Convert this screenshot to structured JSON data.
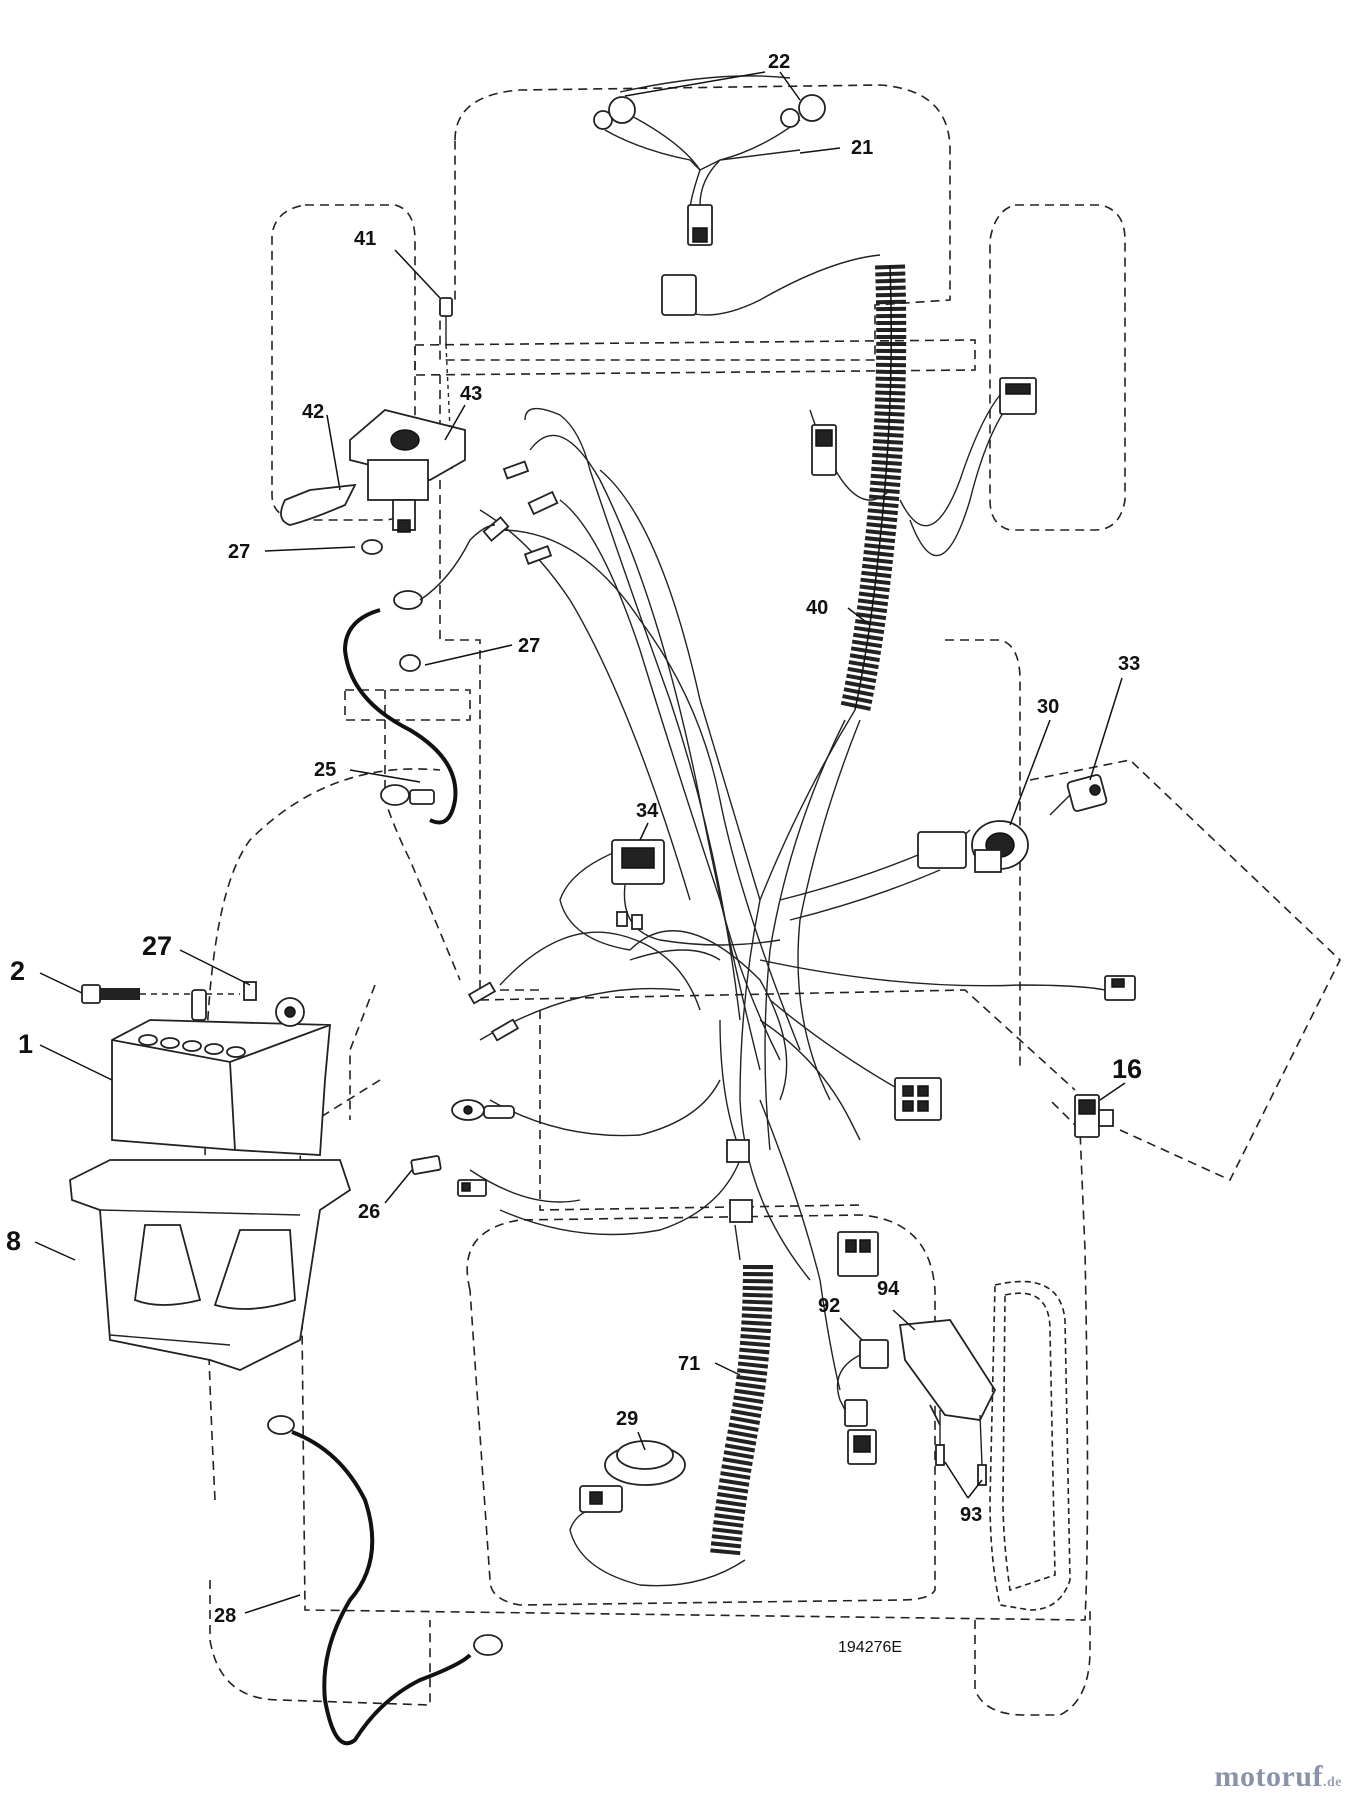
{
  "diagram": {
    "drawing_code": "194276E",
    "callouts": [
      {
        "id": "c1",
        "label": "1"
      },
      {
        "id": "c2",
        "label": "2"
      },
      {
        "id": "c8",
        "label": "8"
      },
      {
        "id": "c16",
        "label": "16"
      },
      {
        "id": "c21",
        "label": "21"
      },
      {
        "id": "c22",
        "label": "22"
      },
      {
        "id": "c25",
        "label": "25"
      },
      {
        "id": "c26",
        "label": "26"
      },
      {
        "id": "c27a",
        "label": "27"
      },
      {
        "id": "c27b",
        "label": "27"
      },
      {
        "id": "c27c",
        "label": "27"
      },
      {
        "id": "c28",
        "label": "28"
      },
      {
        "id": "c29",
        "label": "29"
      },
      {
        "id": "c30",
        "label": "30"
      },
      {
        "id": "c33",
        "label": "33"
      },
      {
        "id": "c34",
        "label": "34"
      },
      {
        "id": "c40",
        "label": "40"
      },
      {
        "id": "c41",
        "label": "41"
      },
      {
        "id": "c42",
        "label": "42"
      },
      {
        "id": "c43",
        "label": "43"
      },
      {
        "id": "c71",
        "label": "71"
      },
      {
        "id": "c92",
        "label": "92"
      },
      {
        "id": "c93",
        "label": "93"
      },
      {
        "id": "c94",
        "label": "94"
      }
    ]
  },
  "watermark": {
    "brand": "motoruf",
    "tld": ".de"
  }
}
